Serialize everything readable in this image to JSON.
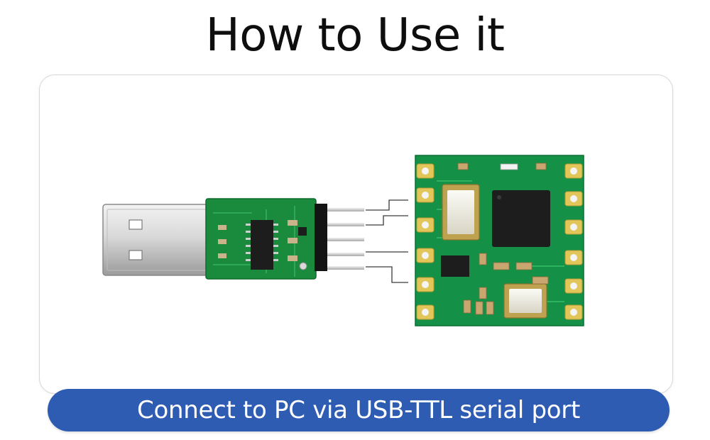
{
  "title": "How to Use it",
  "caption": "Connect to PC via USB-TTL serial port",
  "colors": {
    "caption_bg": "#2f5cb3",
    "pcb_green": "#159146",
    "gold_pad": "#e2c65a",
    "chip_black": "#1d1d1d"
  },
  "illustration": {
    "left_device": "usb-ttl-adapter",
    "right_device": "sensor-module",
    "wire_count": 4
  }
}
